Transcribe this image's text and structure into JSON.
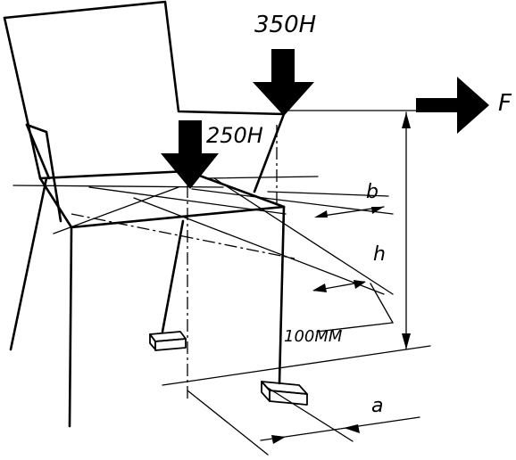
{
  "loads": {
    "vertical_back": "350H",
    "vertical_seat": "250H",
    "horizontal": "F"
  },
  "dimensions": {
    "b": "b",
    "h": "h",
    "a": "a",
    "offset": "100MM"
  },
  "icons": {
    "load_arrow": "heavy-arrow-icon",
    "stop_block": "block-icon"
  }
}
